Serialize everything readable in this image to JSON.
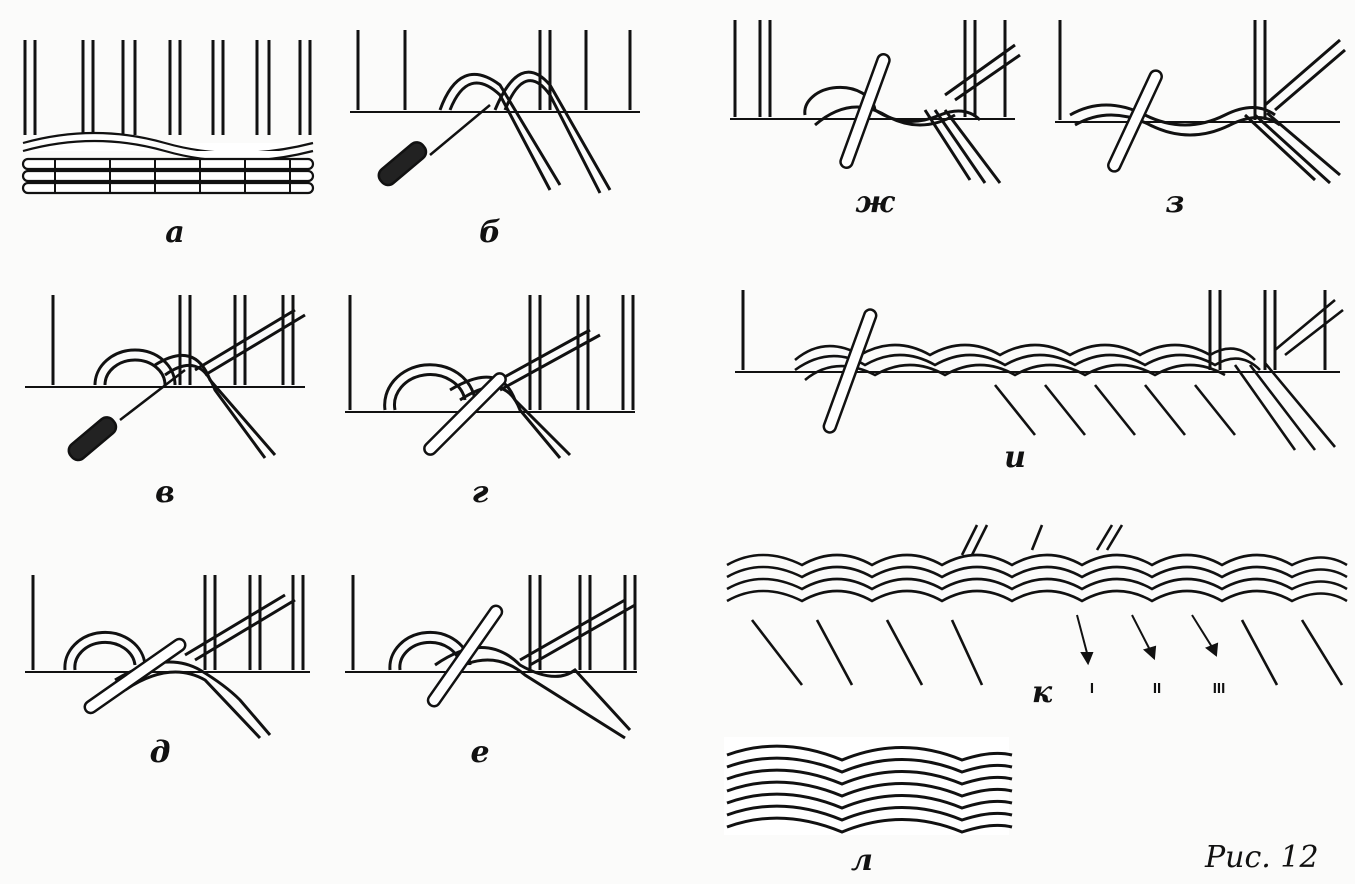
{
  "panels": [
    {
      "id": "a",
      "label": "а"
    },
    {
      "id": "b",
      "label": "б"
    },
    {
      "id": "v",
      "label": "в"
    },
    {
      "id": "g",
      "label": "г"
    },
    {
      "id": "d",
      "label": "д"
    },
    {
      "id": "e",
      "label": "е"
    },
    {
      "id": "zh",
      "label": "ж"
    },
    {
      "id": "z",
      "label": "з"
    },
    {
      "id": "i",
      "label": "и"
    },
    {
      "id": "k",
      "label": "к"
    },
    {
      "id": "l",
      "label": "л"
    }
  ],
  "arrows": [
    "I",
    "II",
    "III"
  ],
  "figure_caption": "Рис. 12",
  "colors": {
    "ink": "#111111",
    "paper": "#fbfbfa",
    "rod_fill": "#ffffff"
  }
}
